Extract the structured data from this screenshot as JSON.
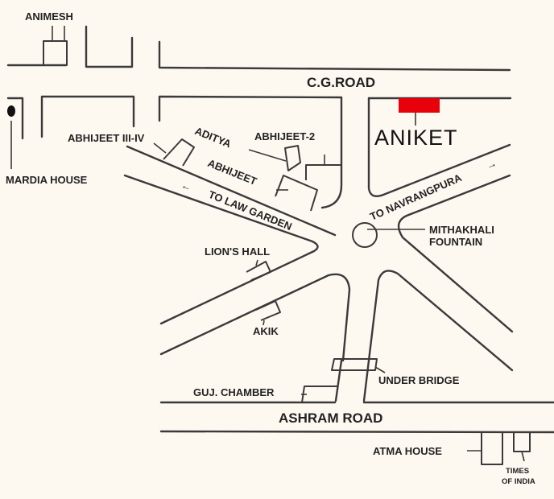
{
  "map": {
    "title": "Location map - Aniket",
    "colors": {
      "background": "#fdf9f1",
      "line": "#3a3a3a",
      "highlight": "#e8000b"
    },
    "roads": {
      "cg_road": "C.G.ROAD",
      "ashram_road": "ASHRAM ROAD"
    },
    "directions": {
      "to_law_garden": "TO LAW GARDEN",
      "to_law_garden_arrow": "←",
      "to_navrangpura": "TO NAVRANGPURA",
      "to_navrangpura_arrow": "→"
    },
    "landmarks": {
      "animesh": "ANIMESH",
      "mardia_house": "MARDIA HOUSE",
      "abhijeet_3_4": "ABHIJEET III-IV",
      "aditya": "ADITYA",
      "abhijeet_2": "ABHIJEET-2",
      "abhijeet": "ABHIJEET",
      "aniket": "ANIKET",
      "mithakhali_line1": "MITHAKHALI",
      "mithakhali_line2": "FOUNTAIN",
      "lions_hall": "LION'S HALL",
      "akik": "AKIK",
      "under_bridge": "UNDER BRIDGE",
      "guj_chamber": "GUJ. CHAMBER",
      "atma_house": "ATMA HOUSE",
      "times_line1": "TIMES",
      "times_line2": "OF INDIA"
    }
  }
}
